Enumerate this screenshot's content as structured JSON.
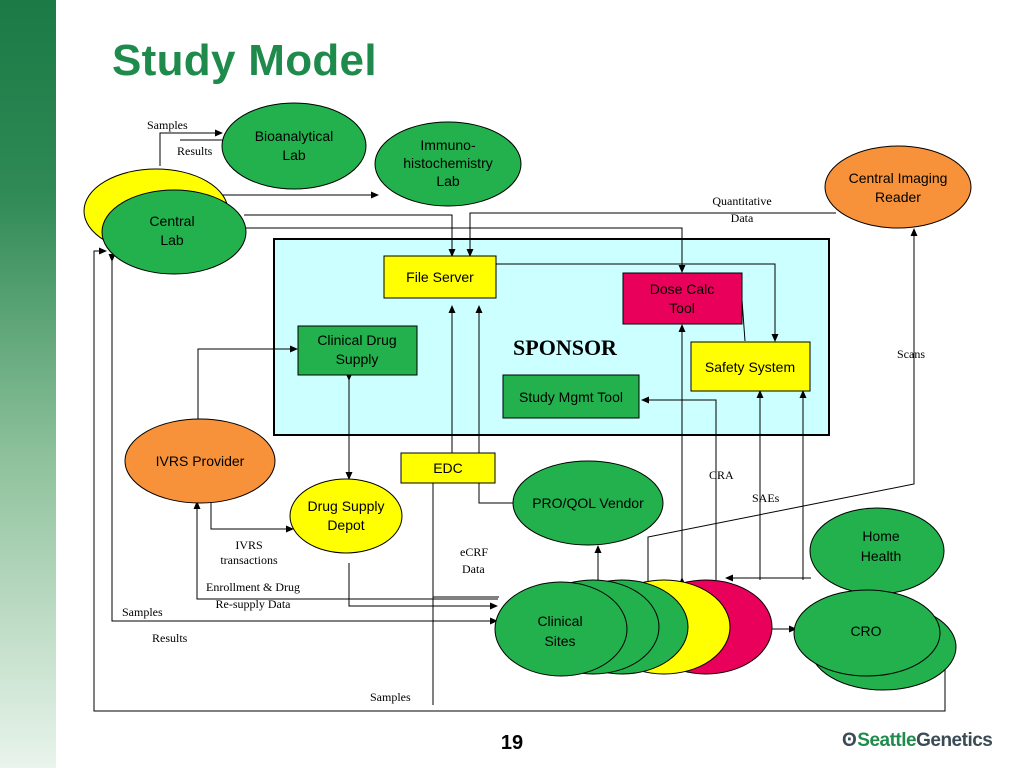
{
  "title": "Study Model",
  "page_number": "19",
  "logo": {
    "seattle": "Seattle",
    "genetics": "Genetics"
  },
  "colors": {
    "title_green": "#1e8a4c",
    "node_green": "#22b14c",
    "node_yellow": "#ffff00",
    "node_orange": "#f7923a",
    "node_pink": "#e8005a",
    "sponsor_fill": "#ccffff"
  },
  "nodes": {
    "bioanalytical_lab": [
      "Bioanalytical",
      "Lab"
    ],
    "immuno_lab": [
      "Immuno-",
      "histochemistry",
      "Lab"
    ],
    "central_imaging": [
      "Central Imaging",
      "Reader"
    ],
    "central_lab": [
      "Central",
      "Lab"
    ],
    "file_server": "File Server",
    "dose_calc": [
      "Dose Calc",
      "Tool"
    ],
    "clinical_drug_supply": [
      "Clinical Drug",
      "Supply"
    ],
    "sponsor": "SPONSOR",
    "safety_system": "Safety System",
    "study_mgmt": "Study Mgmt Tool",
    "ivrs_provider": "IVRS Provider",
    "edc": "EDC",
    "drug_supply_depot": [
      "Drug Supply",
      "Depot"
    ],
    "pro_qol": "PRO/QOL Vendor",
    "home_health": [
      "Home",
      "Health"
    ],
    "clinical_sites": [
      "Clinical",
      "Sites"
    ],
    "cro": "CRO"
  },
  "notes": {
    "samples_top": "Samples",
    "results_top": "Results",
    "quantitative": [
      "Quantitative",
      "Data"
    ],
    "scans": "Scans",
    "cra": "CRA",
    "saes": "SAEs",
    "ivrs_transactions": [
      "IVRS",
      "transactions"
    ],
    "enrollment": [
      "Enrollment & Drug",
      "Re-supply Data"
    ],
    "ecrf": [
      "eCRF",
      "Data"
    ],
    "samples_left": "Samples",
    "results_left": "Results",
    "samples_bottom": "Samples"
  }
}
